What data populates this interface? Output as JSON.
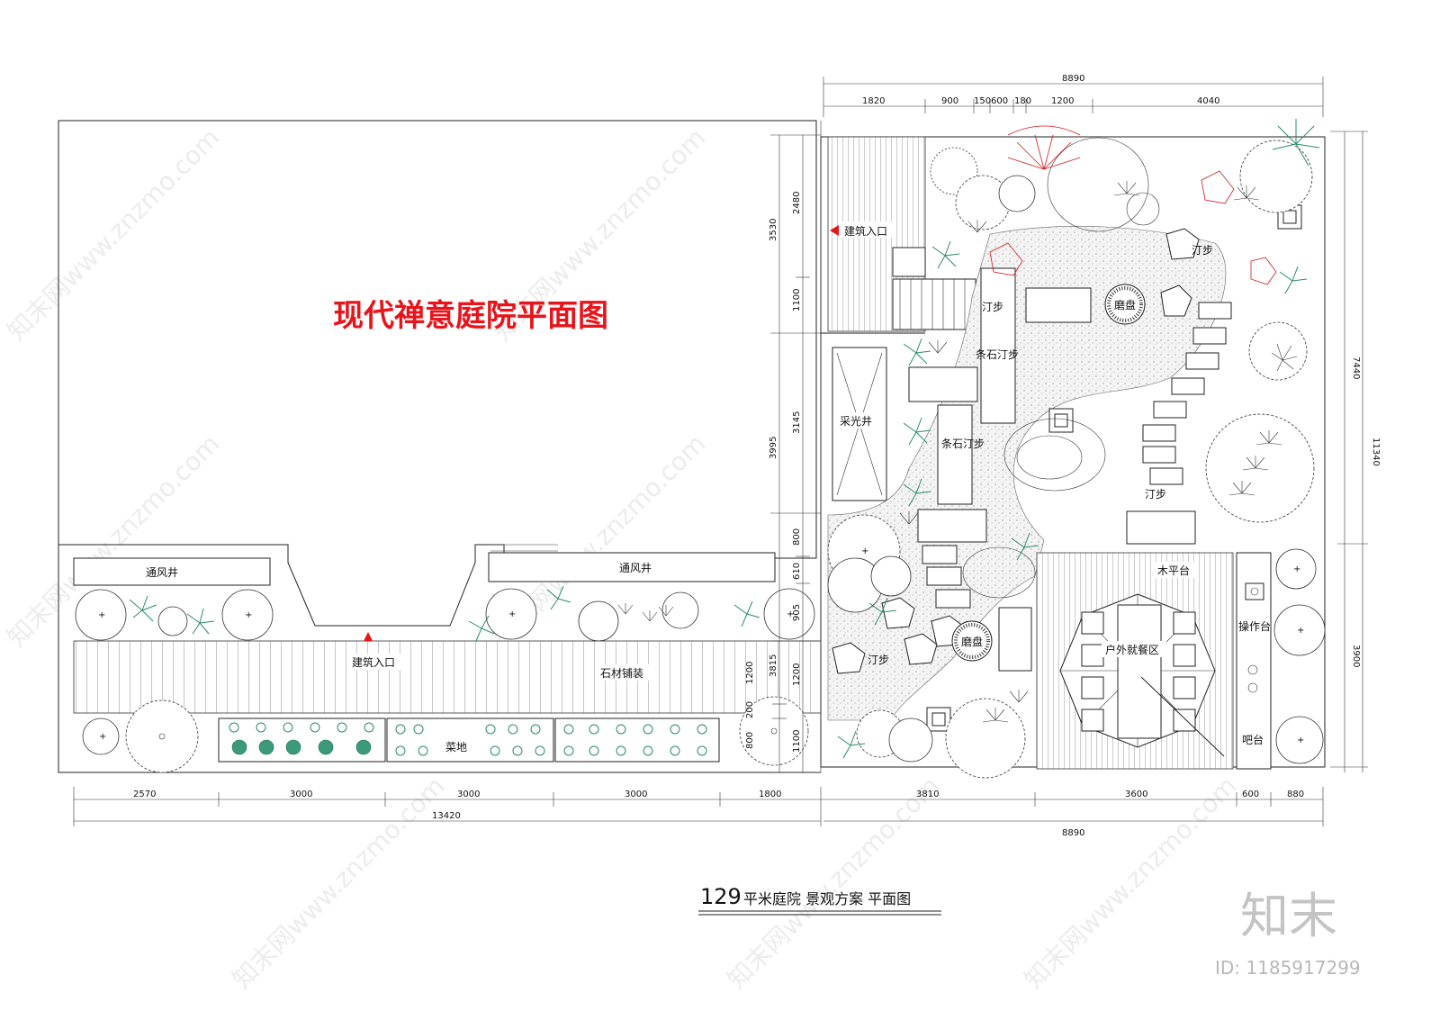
{
  "title": "现代禅意庭院平面图",
  "bottom_title": {
    "number": "129",
    "text": "平米庭院   景观方案   平面图"
  },
  "watermark": {
    "logo": "知末",
    "id": "ID: 1185917299",
    "site": "知末网www.znzmo.com"
  },
  "labels": {
    "entrance_top": "建筑入口",
    "entrance_bottom": "建筑入口",
    "vent_left": "通风井",
    "vent_right": "通风井",
    "stone_paving": "石材铺装",
    "vegetable_plot": "菜地",
    "skylight": "采光井",
    "strip_stepping_1": "条石汀步",
    "strip_stepping_2": "条石汀步",
    "stepping_1": "汀步",
    "stepping_2": "汀步",
    "stepping_3": "汀步",
    "stepping_4": "汀步",
    "millstone_1": "磨盘",
    "millstone_2": "磨盘",
    "wood_deck": "木平台",
    "outdoor_dining": "户外就餐区",
    "work_counter": "操作台",
    "bar_counter": "吧台"
  },
  "dimensions": {
    "top_total": "8890",
    "top": [
      "1820",
      "900",
      "150",
      "600",
      "180",
      "1200",
      "4040"
    ],
    "bottom_left": [
      "2570",
      "3000",
      "3000",
      "3000",
      "1800"
    ],
    "bottom_left_total": "13420",
    "bottom_right": [
      "3810",
      "3600",
      "600",
      "880"
    ],
    "bottom_right_total": "8890",
    "left_outer": [
      "3530",
      "3995"
    ],
    "left_inner": [
      "2480",
      "1100",
      "3145",
      "800",
      "610",
      "905"
    ],
    "lower_1": [
      "3815",
      "1200",
      "200",
      "800"
    ],
    "lower_2": [
      "1200",
      "1100"
    ],
    "right_outer": "11340",
    "right_inner": [
      "7440",
      "3900"
    ]
  },
  "colors": {
    "title_red": "#e8141b",
    "plant_green": "#2a8a6a",
    "entrance_red": "#e8141b"
  }
}
